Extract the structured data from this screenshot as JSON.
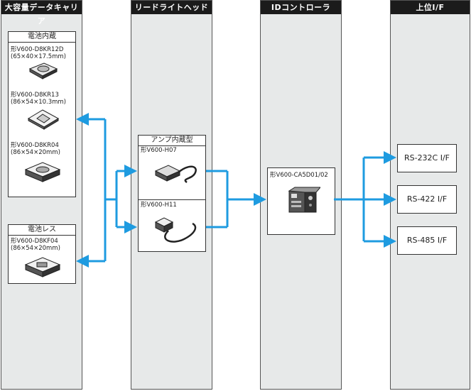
{
  "columns": {
    "carrier": "大容量データキャリア",
    "readhead": "リードライトヘッド",
    "controller": "IDコントローラ",
    "host": "上位I/F"
  },
  "carrier": {
    "battery_title": "電池内蔵",
    "battery_items": [
      {
        "model": "形V600-D8KR12D",
        "size": "(65×40×17.5mm)"
      },
      {
        "model": "形V600-D8KR13",
        "size": "(86×54×10.3mm)"
      },
      {
        "model": "形V600-D8KR04",
        "size": "(86×54×20mm)"
      }
    ],
    "batteryless_title": "電池レス",
    "batteryless_items": [
      {
        "model": "形V600-D8KF04",
        "size": "(86×54×20mm)"
      }
    ]
  },
  "readhead": {
    "title": "アンプ内蔵型",
    "items": [
      {
        "model": "形V600-H07"
      },
      {
        "model": "形V600-H11"
      }
    ]
  },
  "controller": {
    "model": "形V600-CA5D01/02"
  },
  "host_interfaces": [
    "RS-232C I/F",
    "RS-422 I/F",
    "RS-485 I/F"
  ],
  "colors": {
    "connector": "#1e9be0",
    "column_bg": "#e7e9e9",
    "header_bg": "#1b1b1b"
  }
}
